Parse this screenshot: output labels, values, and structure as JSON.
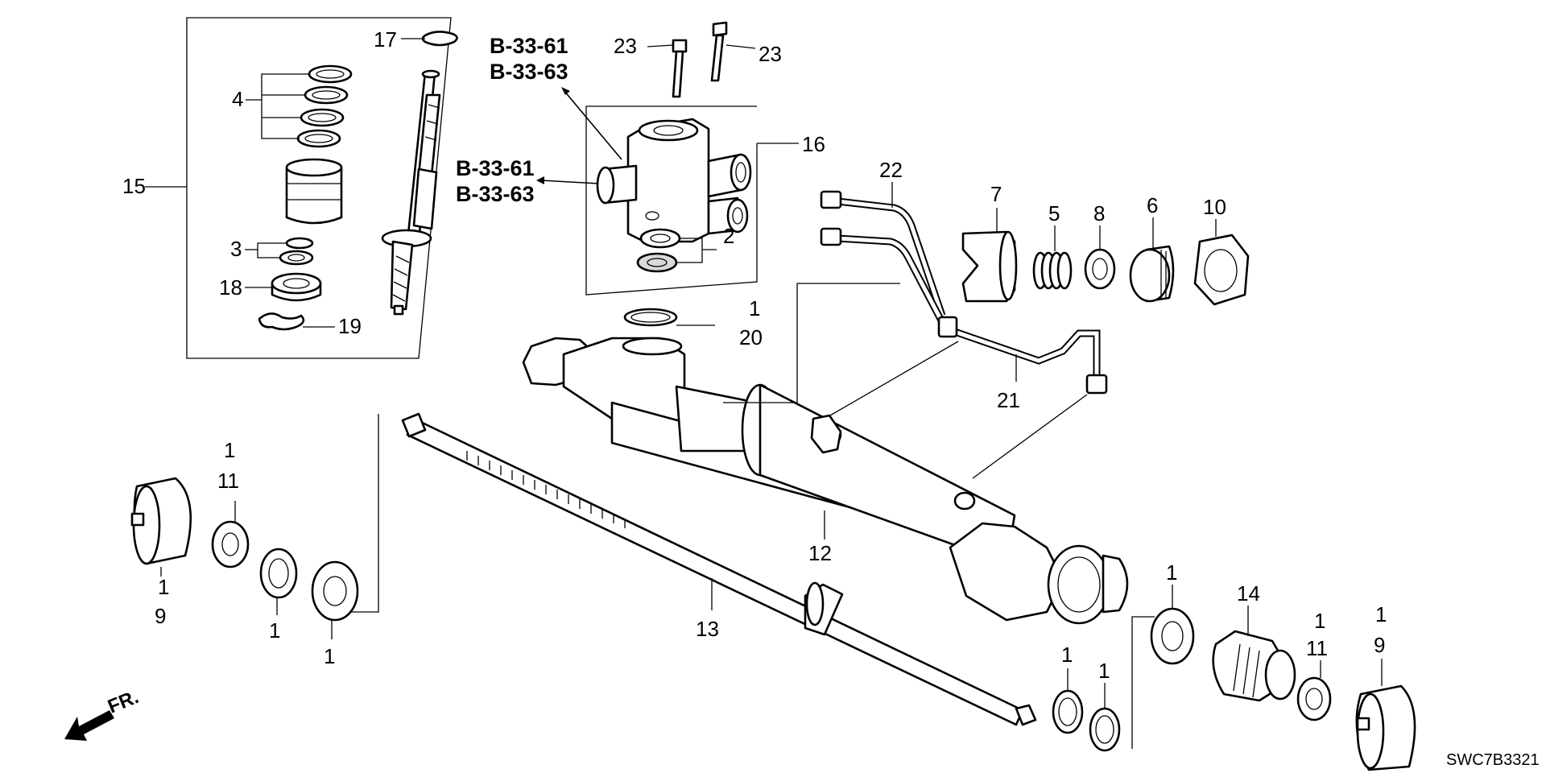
{
  "diagram": {
    "diagram_code": "SWC7B3321",
    "direction_label": "FR.",
    "references": {
      "ref_a_1": "B-33-61",
      "ref_a_2": "B-33-63",
      "ref_b_1": "B-33-61",
      "ref_b_2": "B-33-63"
    },
    "callouts": {
      "c17": "17",
      "c4": "4",
      "c15": "15",
      "c3": "3",
      "c18": "18",
      "c19": "19",
      "c23a": "23",
      "c23b": "23",
      "c16": "16",
      "c2": "2",
      "c1_20": "1",
      "c20": "20",
      "c22": "22",
      "c7": "7",
      "c5": "5",
      "c8": "8",
      "c6": "6",
      "c10": "10",
      "c21": "21",
      "c12": "12",
      "c13": "13",
      "c1_11_left": "1",
      "c11_left": "11",
      "c1_9_left": "1",
      "c9_left": "9",
      "c1_seal_left": "1",
      "c1_bearing_left": "1",
      "c1_bearing_right": "1",
      "c14": "14",
      "c1_11_right": "1",
      "c11_right": "11",
      "c1_9_right": "1",
      "c9_right": "9",
      "c1_oring_a": "1",
      "c1_oring_b": "1"
    }
  }
}
